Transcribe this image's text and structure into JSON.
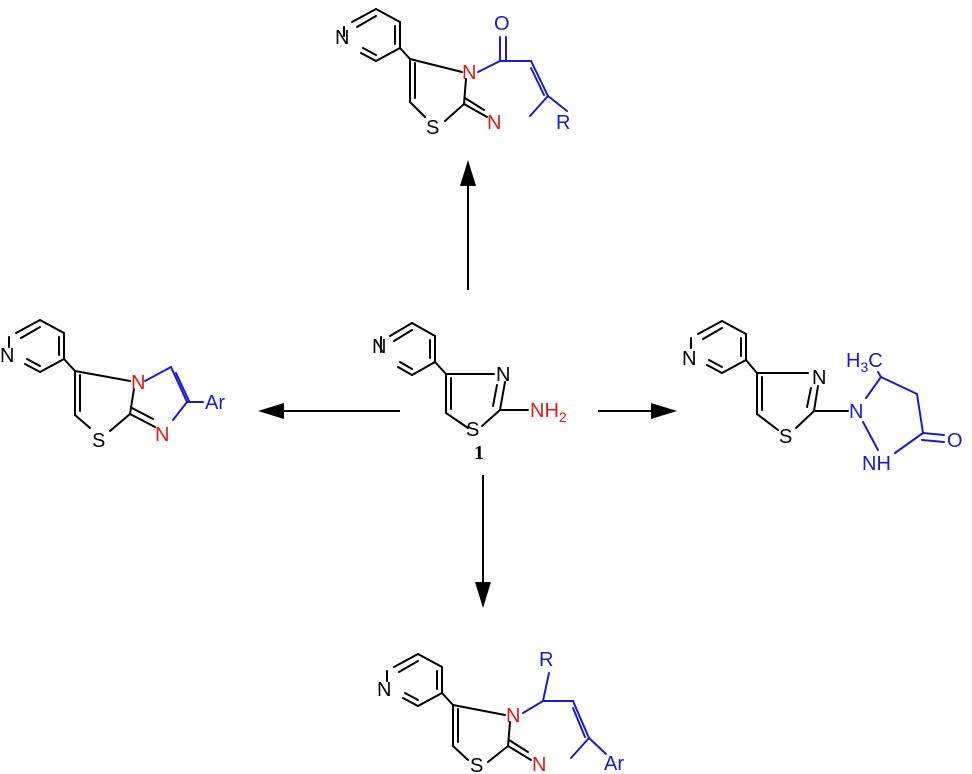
{
  "colors": {
    "bond": "#000000",
    "nitrogen_core": "#e01818",
    "new_fragment": "#1a1ad0"
  },
  "scheme": {
    "center": {
      "compound_number": "1",
      "atoms": {
        "n_pyridine": "N",
        "n_ring": "N",
        "s_ring": "S",
        "amine_n": "N",
        "amine_h": "H",
        "amine_sub": "2"
      }
    },
    "top": {
      "atoms": {
        "n_pyridine": "N",
        "o_carbonyl": "O",
        "n_bridge": "N",
        "n_imine": "N",
        "s_ring": "S",
        "r_group": "R"
      }
    },
    "left": {
      "atoms": {
        "n_pyridine": "N",
        "n_bridge": "N",
        "n_imine": "N",
        "s_ring": "S",
        "ar_group": "Ar"
      }
    },
    "right": {
      "atoms": {
        "n_pyridine": "N",
        "n_ring": "N",
        "s_ring": "S",
        "n_pyrazolidine": "N",
        "nh_n": "N",
        "nh_h": "H",
        "o_carbonyl": "O",
        "methyl_h": "H",
        "methyl_sub": "3",
        "methyl_c": "C"
      }
    },
    "bottom": {
      "atoms": {
        "n_pyridine": "N",
        "n_bridge": "N",
        "n_imine": "N",
        "s_ring": "S",
        "r_group": "R",
        "ar_group": "Ar"
      }
    }
  }
}
